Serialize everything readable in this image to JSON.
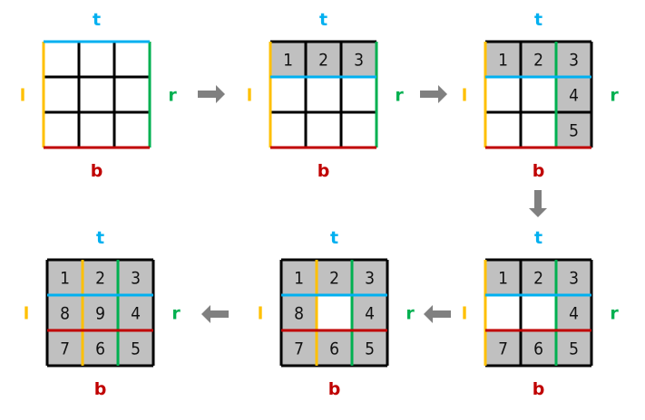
{
  "colors": {
    "t": "#00b0f0",
    "l": "#ffc000",
    "r": "#00b050",
    "b": "#c00000",
    "fill": "#c0c0c0",
    "grid": "#000000",
    "arrow": "#808080"
  },
  "labels": {
    "t": "t",
    "l": "l",
    "r": "r",
    "b": "b"
  },
  "panels": [
    {
      "cells": [
        [
          "",
          "",
          ""
        ],
        [
          "",
          "",
          ""
        ],
        [
          "",
          "",
          ""
        ]
      ],
      "bounds": {
        "t": 0,
        "b": 3,
        "l": 0,
        "r": 3
      }
    },
    {
      "cells": [
        [
          "1",
          "2",
          "3"
        ],
        [
          "",
          "",
          ""
        ],
        [
          "",
          "",
          ""
        ]
      ],
      "bounds": {
        "t": 1,
        "b": 3,
        "l": 0,
        "r": 3
      }
    },
    {
      "cells": [
        [
          "1",
          "2",
          "3"
        ],
        [
          "",
          "",
          "4"
        ],
        [
          "",
          "",
          "5"
        ]
      ],
      "bounds": {
        "t": 1,
        "b": 3,
        "l": 0,
        "r": 2
      }
    },
    {
      "cells": [
        [
          "1",
          "2",
          "3"
        ],
        [
          "",
          "",
          "4"
        ],
        [
          "7",
          "6",
          "5"
        ]
      ],
      "bounds": {
        "t": 1,
        "b": 2,
        "l": 0,
        "r": 2
      }
    },
    {
      "cells": [
        [
          "1",
          "2",
          "3"
        ],
        [
          "8",
          "",
          "4"
        ],
        [
          "7",
          "6",
          "5"
        ]
      ],
      "bounds": {
        "t": 1,
        "b": 2,
        "l": 1,
        "r": 2
      }
    },
    {
      "cells": [
        [
          "1",
          "2",
          "3"
        ],
        [
          "8",
          "9",
          "4"
        ],
        [
          "7",
          "6",
          "5"
        ]
      ],
      "bounds": {
        "t": 1,
        "b": 2,
        "l": 1,
        "r": 2
      }
    }
  ],
  "arrows": [
    "right",
    "right",
    "down",
    "left",
    "left"
  ]
}
